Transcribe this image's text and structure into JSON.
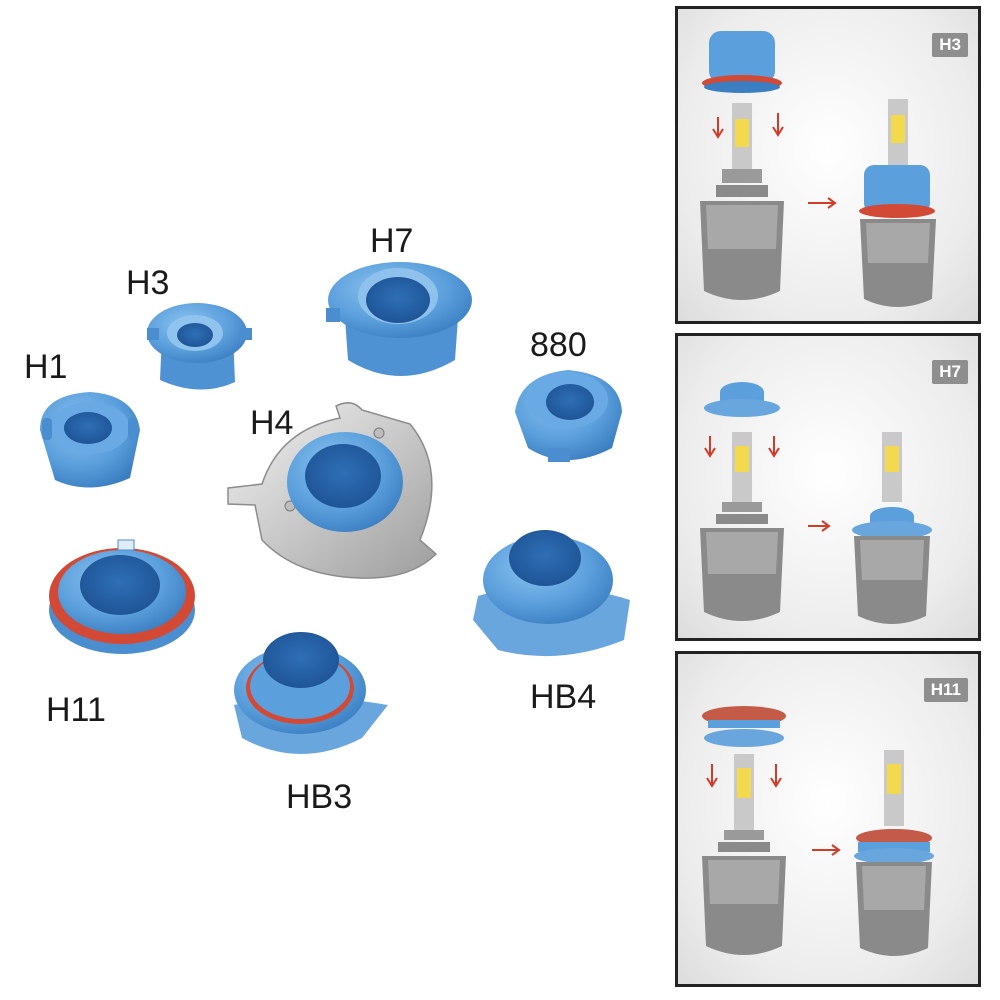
{
  "adapters": {
    "h1": "H1",
    "h3": "H3",
    "h4": "H4",
    "h7": "H7",
    "p880": "880",
    "h11": "H11",
    "hb3": "HB3",
    "hb4": "HB4"
  },
  "panels": [
    {
      "badge": "H3"
    },
    {
      "badge": "H7"
    },
    {
      "badge": "H11"
    }
  ],
  "colors": {
    "adapter_blue": "#5b9fdc",
    "adapter_dark": "#2f6fb6",
    "o_ring_red": "#d24a35",
    "arrow_red": "#d23a2a"
  }
}
